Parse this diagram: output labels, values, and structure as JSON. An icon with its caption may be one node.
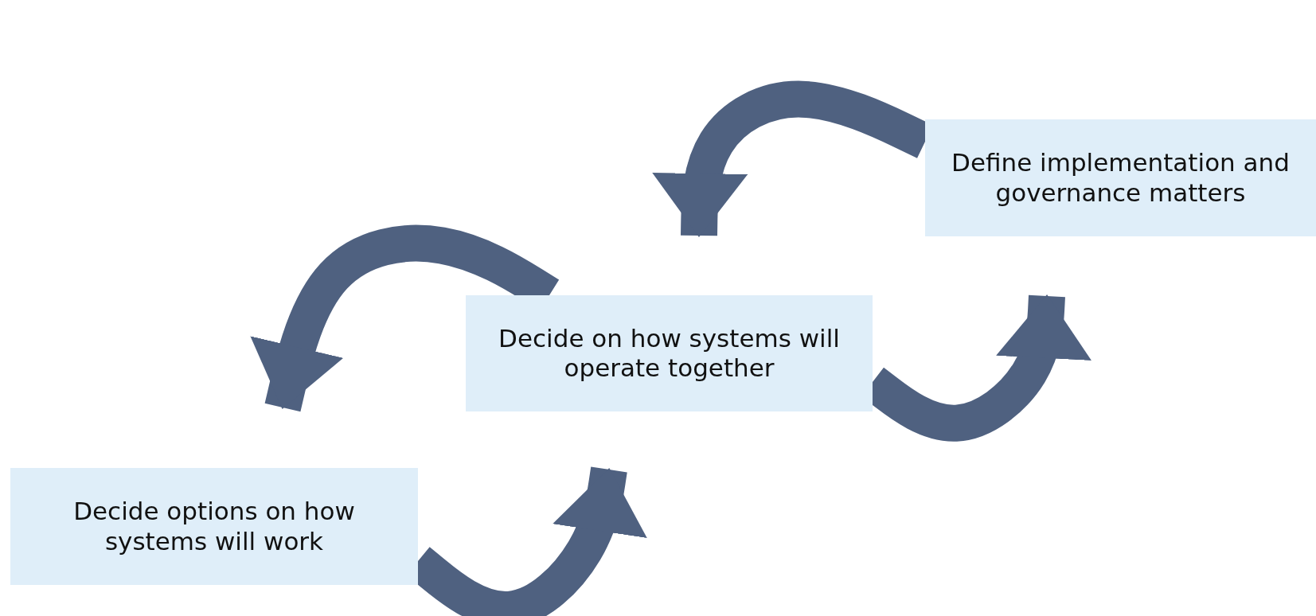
{
  "diagram": {
    "nodes": [
      {
        "text": [
          "Decide options on how systems will work"
        ]
      },
      {
        "text": [
          "Decide on how systems will operate together"
        ]
      },
      {
        "text": [
          "Define implementation and governance matters"
        ]
      }
    ],
    "edges": [
      {
        "from": 0,
        "to": 1,
        "arrow": "to"
      },
      {
        "from": 1,
        "to": 0,
        "arrow": "to"
      },
      {
        "from": 1,
        "to": 2,
        "arrow": "to"
      },
      {
        "from": 2,
        "to": 1,
        "arrow": "to"
      }
    ]
  }
}
